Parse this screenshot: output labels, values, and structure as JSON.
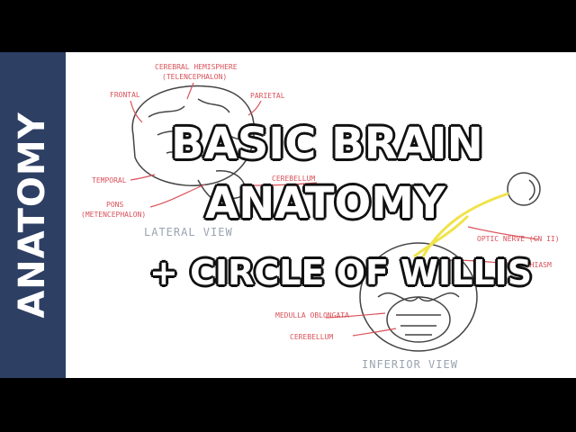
{
  "sidebar": {
    "label": "ANATOMY"
  },
  "title": {
    "line1": "BASIC BRAIN",
    "line2": "ANATOMY",
    "line3": "+ CIRCLE OF WILLIS"
  },
  "annotations": {
    "cerebral_hemisphere": "CEREBRAL HEMISPHERE",
    "telencephalon": "(TELENCEPHALON)",
    "frontal": "FRONTAL",
    "parietal": "PARIETAL",
    "temporal": "TEMPORAL",
    "cerebellum_lateral": "CEREBELLUM",
    "pons": "PONS",
    "metencephalon": "(METENCEPHALON)",
    "optic_nerve": "OPTIC NERVE (CN II)",
    "optic_chiasm": "OPTIC CHIASM",
    "medulla_oblongata": "MEDULLA OBLONGATA",
    "cerebellum_inferior": "CEREBELLUM"
  },
  "views": {
    "lateral": "LATERAL VIEW",
    "inferior": "INFERIOR VIEW"
  },
  "colors": {
    "sidebar": "#2e3f64",
    "annotation": "#d9525a",
    "optic_pathway": "#f0e34a",
    "sketch_line": "#444444"
  }
}
